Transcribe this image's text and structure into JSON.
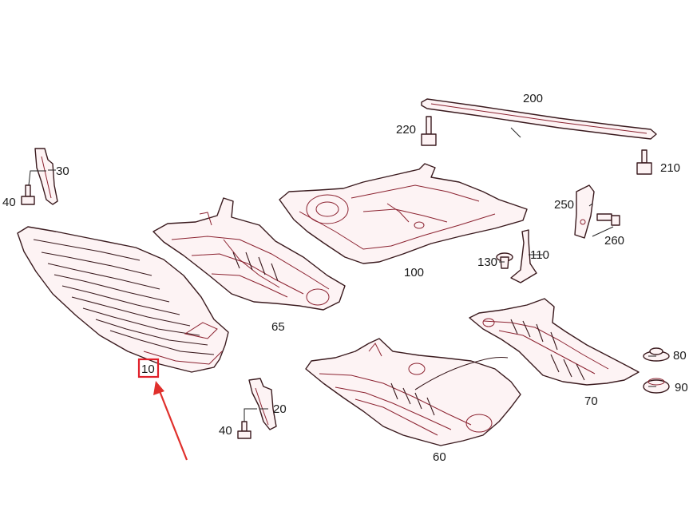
{
  "diagram": {
    "highlighted_callout": "10",
    "colors": {
      "outline": "#3a1a1e",
      "detail": "#8b2230",
      "fill": "#fdf3f4",
      "highlight": "#e0202a"
    },
    "callouts": {
      "c10": "10",
      "c20": "20",
      "c30": "30",
      "c40a": "40",
      "c40b": "40",
      "c60": "60",
      "c65": "65",
      "c70": "70",
      "c80": "80",
      "c90": "90",
      "c100": "100",
      "c110": "110",
      "c130": "130",
      "c200": "200",
      "c210": "210",
      "c220": "220",
      "c250": "250",
      "c260": "260"
    }
  }
}
